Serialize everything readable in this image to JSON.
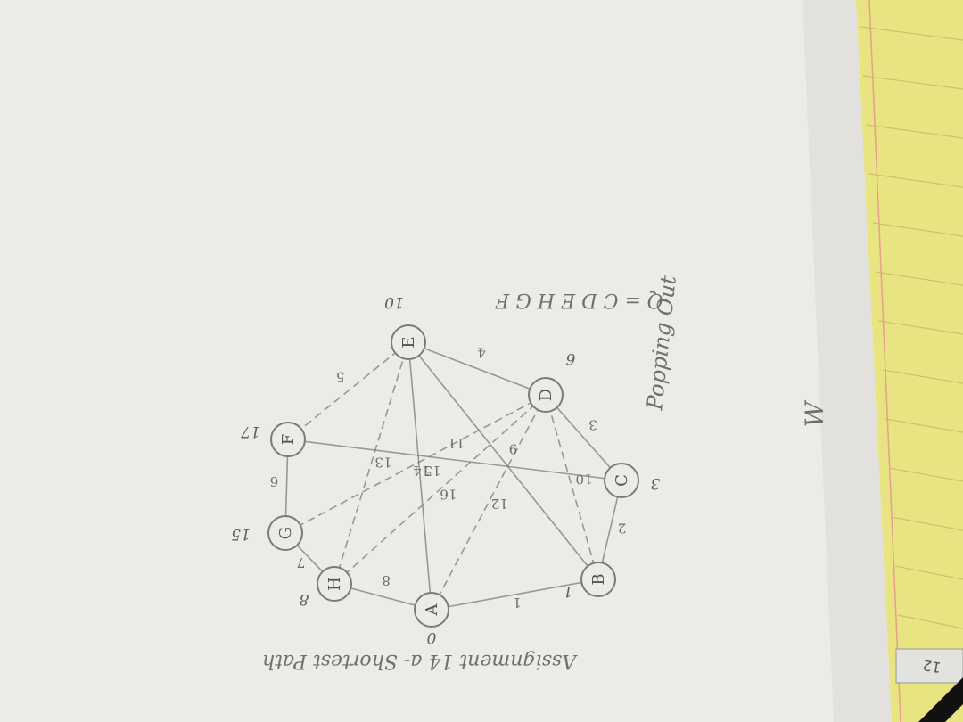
{
  "photo": {
    "paper_color": "#ecebe7",
    "legal_pad_color": "#ece98a",
    "pencil_color": "#7b7b7b"
  },
  "assignment_title": "Assignment 14 a- Shortest Path",
  "popping_label": "Popping Out",
  "queue_line": "Q = C D E H G F",
  "margin_mark": "W",
  "page_tab_number": "12",
  "graph": {
    "nodes": [
      {
        "label": "A",
        "distance": "0"
      },
      {
        "label": "B",
        "distance": "1"
      },
      {
        "label": "C",
        "distance": "3"
      },
      {
        "label": "D",
        "distance": "6"
      },
      {
        "label": "E",
        "distance": "10"
      },
      {
        "label": "F",
        "distance": "17"
      },
      {
        "label": "G",
        "distance": "15"
      },
      {
        "label": "H",
        "distance": "8"
      }
    ],
    "edges": [
      {
        "from": "A",
        "to": "B",
        "weight": "1"
      },
      {
        "from": "A",
        "to": "H",
        "weight": "8"
      },
      {
        "from": "B",
        "to": "C",
        "weight": "2"
      },
      {
        "from": "C",
        "to": "D",
        "weight": "3"
      },
      {
        "from": "D",
        "to": "E",
        "weight": "4"
      },
      {
        "from": "E",
        "to": "F",
        "weight": "5"
      },
      {
        "from": "F",
        "to": "G",
        "weight": "6"
      },
      {
        "from": "G",
        "to": "H",
        "weight": "7"
      },
      {
        "from": "B",
        "to": "E",
        "weight": "9"
      },
      {
        "from": "B",
        "to": "D",
        "weight": "10"
      },
      {
        "from": "C",
        "to": "F",
        "weight": "11"
      },
      {
        "from": "A",
        "to": "D",
        "weight": "12"
      },
      {
        "from": "H",
        "to": "E",
        "weight": "13"
      },
      {
        "from": "G",
        "to": "D",
        "weight": "14"
      },
      {
        "from": "A",
        "to": "E",
        "weight": "15"
      },
      {
        "from": "H",
        "to": "D",
        "weight": "16"
      }
    ]
  }
}
